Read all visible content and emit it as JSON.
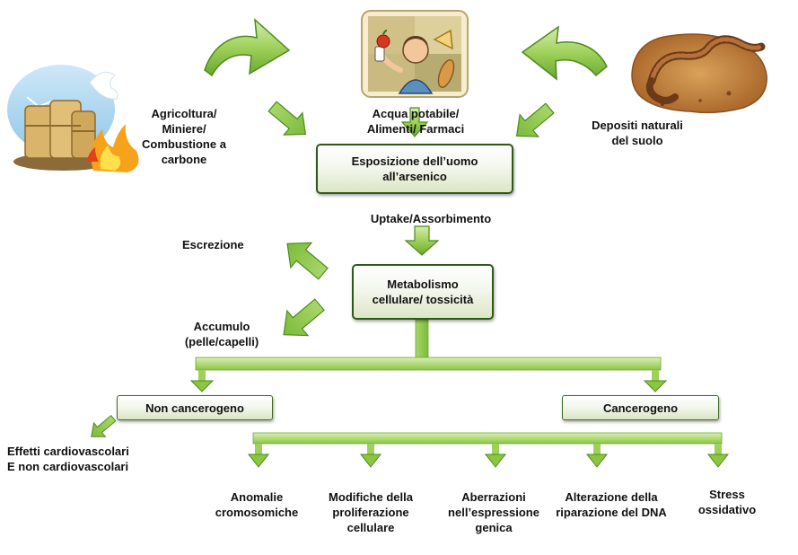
{
  "nodes": {
    "exposure": "Esposizione dell’uomo\nall’arsenico",
    "metabolism": "Metabolismo\ncellulare/ tossicità",
    "non_carcinogenic": "Non cancerogeno",
    "carcinogenic": "Cancerogeno"
  },
  "sources": {
    "agriculture": "Agricoltura/\nMiniere/\nCombustione a\ncarbone",
    "food": "Acqua potabile/\nAlimenti/ Farmaci",
    "soil": "Depositi naturali\ndel suolo"
  },
  "flow_labels": {
    "uptake": "Uptake/Assorbimento",
    "excretion": "Escrezione",
    "accumulation": "Accumulo\n(pelle/capelli)"
  },
  "outcomes": {
    "non_carcinogenic_effects": "Effetti cardiovascolari\nE non cardiovascolari",
    "carcinogenic_effects": [
      "Anomalie\ncromosomiche",
      "Modifiche della\nproliferazione\ncellulare",
      "Aberrazioni\nnell’espressione\ngenica",
      "Alterazione della\nriparazione del DNA",
      "Stress\nossidativo"
    ]
  },
  "colors": {
    "arrow_green": "#8cc63f",
    "arrow_green_dark": "#4d8a1e",
    "box_border": "#2d5a1a"
  },
  "icons": {
    "agriculture": "burning-haystack-icon",
    "food": "person-eating-icon",
    "soil": "earthworm-in-soil-icon"
  }
}
